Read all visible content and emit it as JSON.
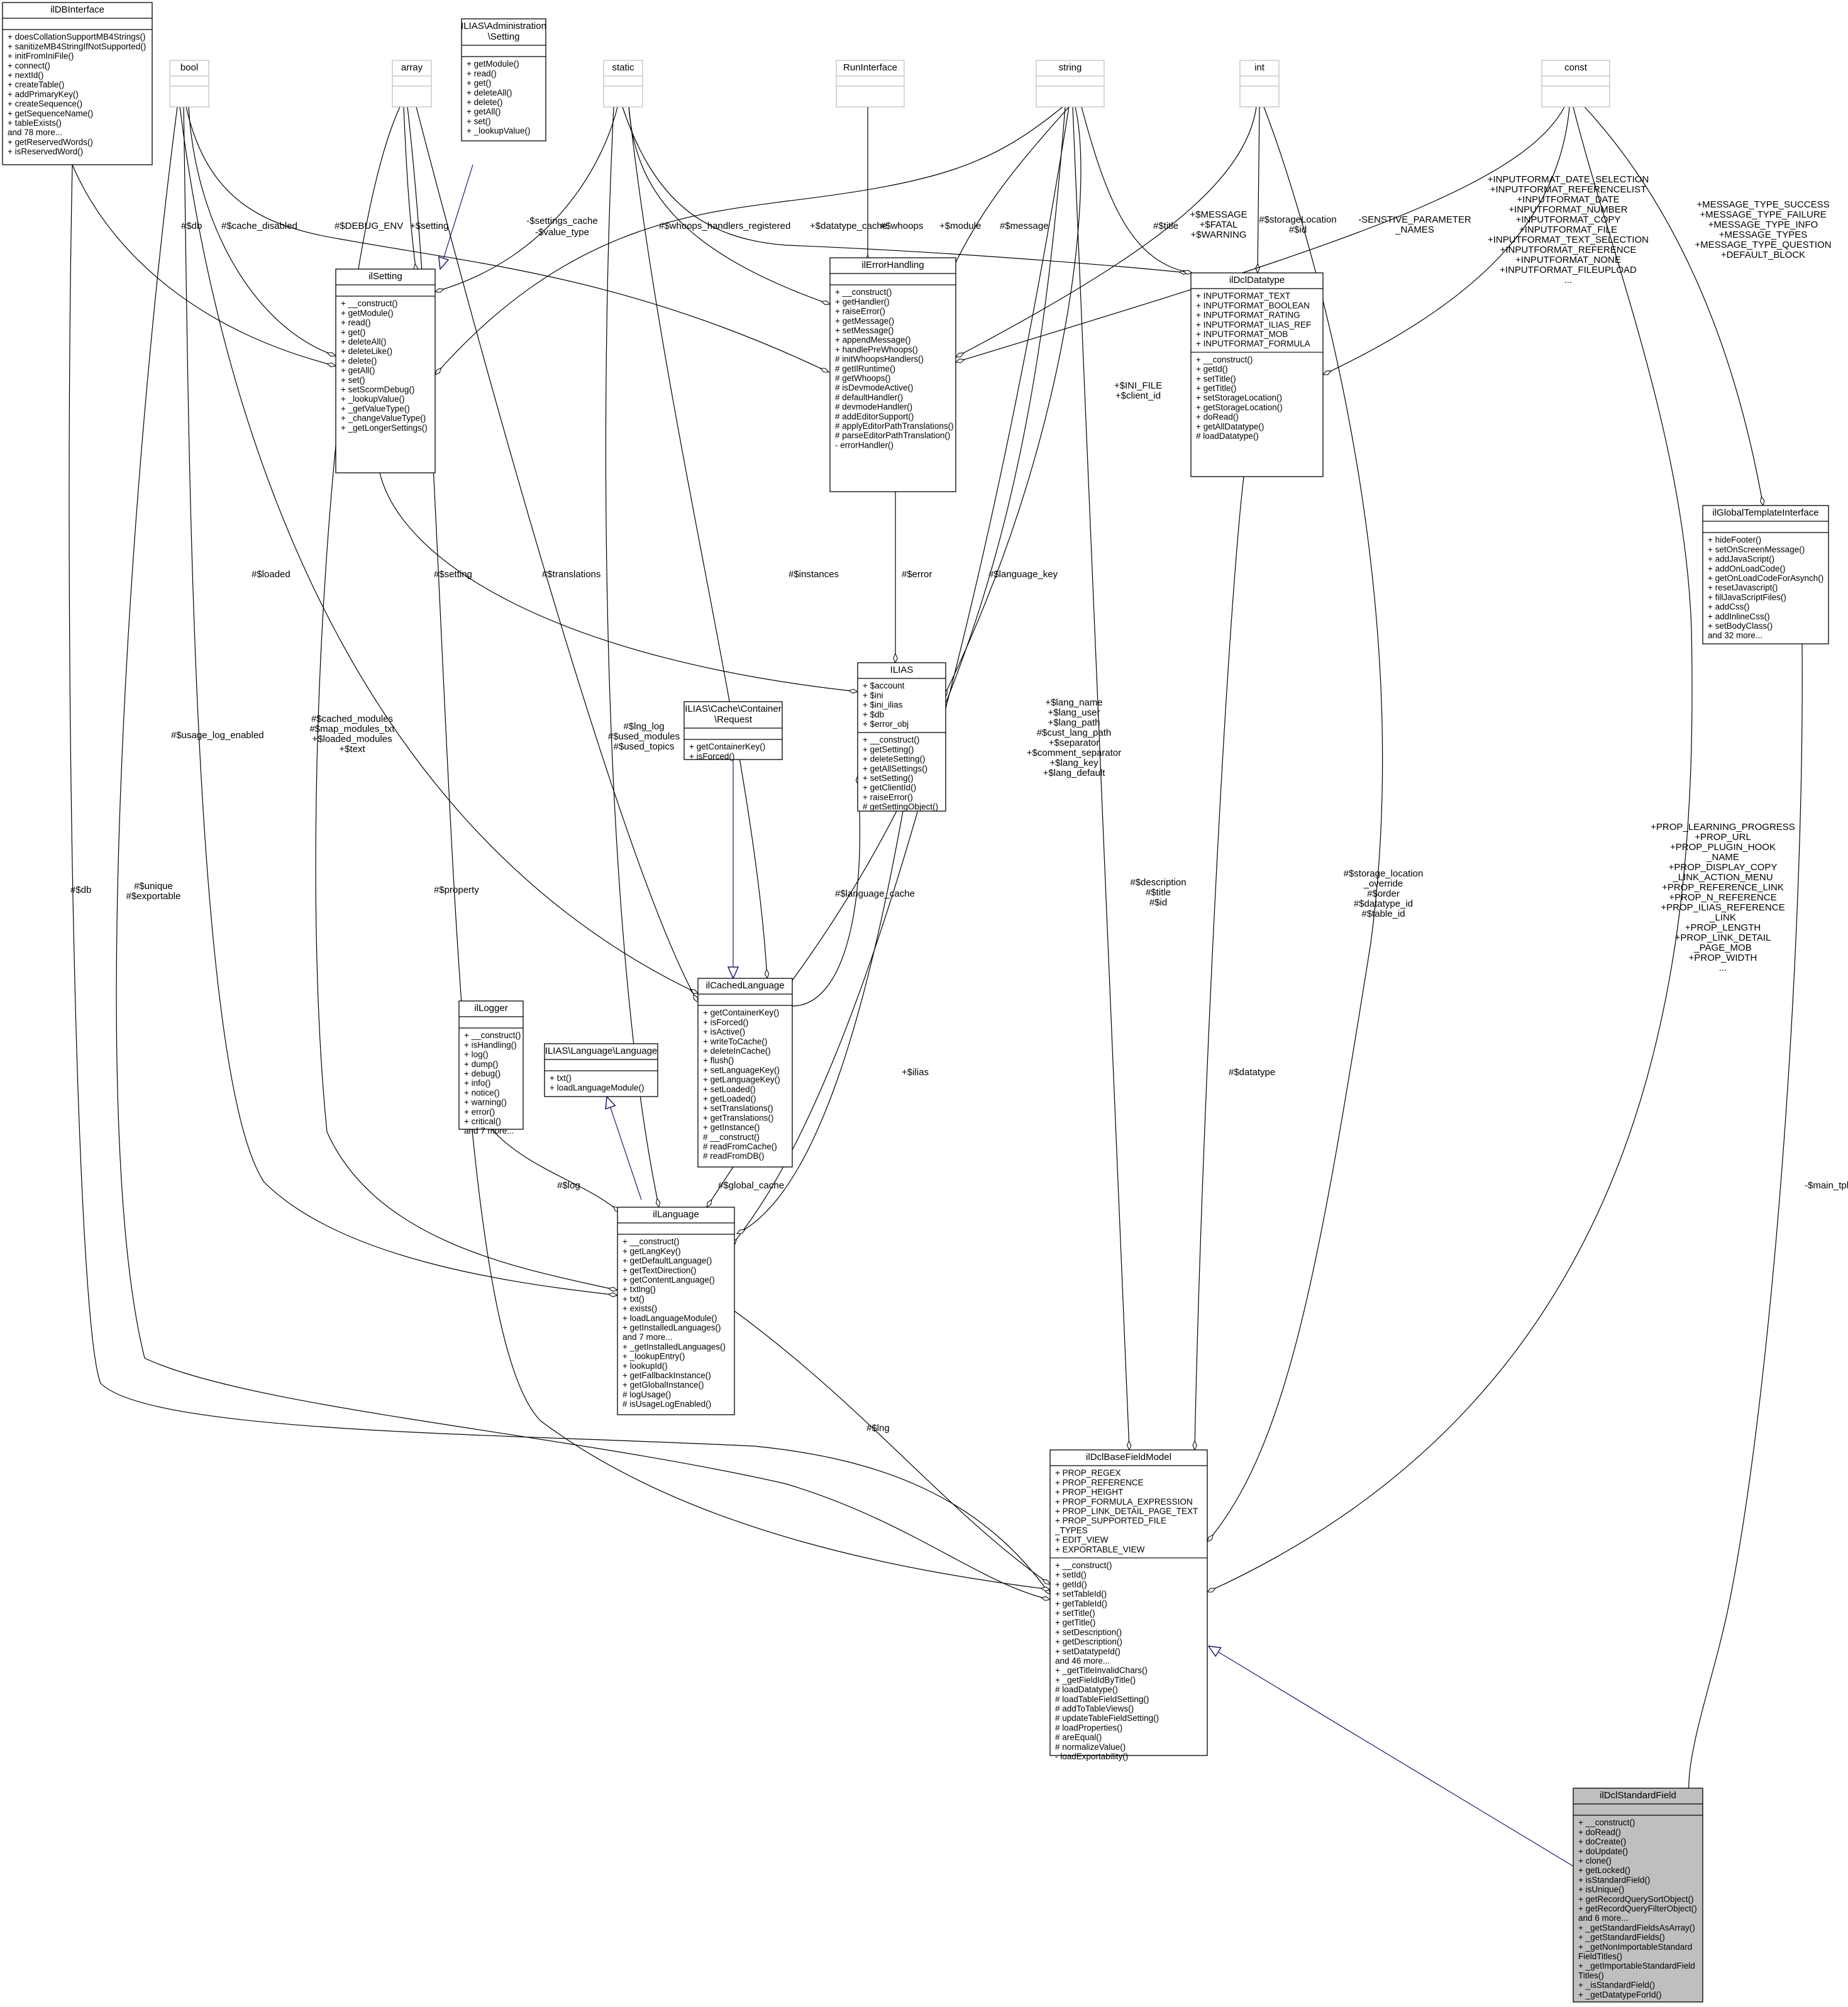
{
  "classes": {
    "ildbinterface": {
      "title": "ilDBInterface",
      "attrs": [],
      "methods": [
        "+ doesCollationSupportMB4Strings()",
        "+ sanitizeMB4StringIfNotSupported()",
        "+ initFromIniFile()",
        "+ connect()",
        "+ nextId()",
        "+ createTable()",
        "+ addPrimaryKey()",
        "+ createSequence()",
        "+ getSequenceName()",
        "+ tableExists()",
        "and 78 more...",
        "+ getReservedWords()",
        "+ isReservedWord()"
      ]
    },
    "bool": {
      "title": "bool",
      "attrs": [],
      "methods": []
    },
    "array": {
      "title": "array",
      "attrs": [],
      "methods": []
    },
    "admin_setting": {
      "title": [
        "ILIAS\\Administration",
        "\\Setting"
      ],
      "attrs": [],
      "methods": [
        "+ getModule()",
        "+ read()",
        "+ get()",
        "+ deleteAll()",
        "+ delete()",
        "+ getAll()",
        "+ set()",
        "+ _lookupValue()"
      ]
    },
    "static": {
      "title": "static",
      "attrs": [],
      "methods": []
    },
    "runinterface": {
      "title": "RunInterface",
      "attrs": [],
      "methods": []
    },
    "string": {
      "title": "string",
      "attrs": [],
      "methods": []
    },
    "int": {
      "title": "int",
      "attrs": [],
      "methods": []
    },
    "const": {
      "title": "const",
      "attrs": [],
      "methods": []
    },
    "ilsetting": {
      "title": "ilSetting",
      "attrs": [],
      "methods": [
        "+ __construct()",
        "+ getModule()",
        "+ read()",
        "+ get()",
        "+ deleteAll()",
        "+ deleteLike()",
        "+ delete()",
        "+ getAll()",
        "+ set()",
        "+ setScormDebug()",
        "+ _lookupValue()",
        "+ _getValueType()",
        "+ _changeValueType()",
        "+ _getLongerSettings()"
      ]
    },
    "ilerrorhandling": {
      "title": "ilErrorHandling",
      "attrs": [],
      "methods": [
        "+ __construct()",
        "+ getHandler()",
        "+ raiseError()",
        "+ getMessage()",
        "+ setMessage()",
        "+ appendMessage()",
        "+ handlePreWhoops()",
        "# initWhoopsHandlers()",
        "# getIlRuntime()",
        "# getWhoops()",
        "# isDevmodeActive()",
        "# defaultHandler()",
        "# devmodeHandler()",
        "# addEditorSupport()",
        "# applyEditorPathTranslations()",
        "# parseEditorPathTranslation()",
        "- errorHandler()"
      ]
    },
    "ildcldatatype": {
      "title": "ilDclDatatype",
      "attrs": [
        "+ INPUTFORMAT_TEXT",
        "+ INPUTFORMAT_BOOLEAN",
        "+ INPUTFORMAT_RATING",
        "+ INPUTFORMAT_ILIAS_REF",
        "+ INPUTFORMAT_MOB",
        "+ INPUTFORMAT_FORMULA"
      ],
      "methods": [
        "+ __construct()",
        "+ getId()",
        "+ setTitle()",
        "+ getTitle()",
        "+ setStorageLocation()",
        "+ getStorageLocation()",
        "+ doRead()",
        "+ getAllDatatype()",
        "# loadDatatype()"
      ]
    },
    "ilglobaltemplateinterface": {
      "title": "ilGlobalTemplateInterface",
      "attrs": [],
      "methods": [
        "+ hideFooter()",
        "+ setOnScreenMessage()",
        "+ addJavaScript()",
        "+ addOnLoadCode()",
        "+ getOnLoadCodeForAsynch()",
        "+ resetJavascript()",
        "+ fillJavaScriptFiles()",
        "+ addCss()",
        "+ addInlineCss()",
        "+ setBodyClass()",
        "and 32 more..."
      ]
    },
    "ilias": {
      "title": "ILIAS",
      "attrs": [
        "+ $account",
        "+ $ini",
        "+ $ini_ilias",
        "+ $db",
        "+ $error_obj"
      ],
      "methods": [
        "+ __construct()",
        "+ getSetting()",
        "+ deleteSetting()",
        "+ getAllSettings()",
        "+ setSetting()",
        "+ getClientId()",
        "+ raiseError()",
        "# getSettingObject()"
      ]
    },
    "cache_request": {
      "title": [
        "ILIAS\\Cache\\Container",
        "\\Request"
      ],
      "attrs": [],
      "methods": [
        "+ getContainerKey()",
        "+ isForced()"
      ]
    },
    "ilcachedlanguage": {
      "title": "ilCachedLanguage",
      "attrs": [],
      "methods": [
        "+ getContainerKey()",
        "+ isForced()",
        "+ isActive()",
        "+ writeToCache()",
        "+ deleteInCache()",
        "+ flush()",
        "+ setLanguageKey()",
        "+ getLanguageKey()",
        "+ setLoaded()",
        "+ getLoaded()",
        "+ setTranslations()",
        "+ getTranslations()",
        "+ getInstance()",
        "# __construct()",
        "# readFromCache()",
        "# readFromDB()"
      ]
    },
    "illogger": {
      "title": "ilLogger",
      "attrs": [],
      "methods": [
        "+ __construct()",
        "+ isHandling()",
        "+ log()",
        "+ dump()",
        "+ debug()",
        "+ info()",
        "+ notice()",
        "+ warning()",
        "+ error()",
        "+ critical()",
        "and 7 more..."
      ]
    },
    "language_language": {
      "title": "ILIAS\\Language\\Language",
      "attrs": [],
      "methods": [
        "+ txt()",
        "+ loadLanguageModule()"
      ]
    },
    "illanguage": {
      "title": "ilLanguage",
      "attrs": [],
      "methods": [
        "+ __construct()",
        "+ getLangKey()",
        "+ getDefaultLanguage()",
        "+ getTextDirection()",
        "+ getContentLanguage()",
        "+ txtlng()",
        "+ txt()",
        "+ exists()",
        "+ loadLanguageModule()",
        "+ getInstalledLanguages()",
        "and 7 more...",
        "+ _getInstalledLanguages()",
        "+ _lookupEntry()",
        "+ lookupId()",
        "+ getFallbackInstance()",
        "+ getGlobalInstance()",
        "# logUsage()",
        "# isUsageLogEnabled()"
      ]
    },
    "ildclbasefieldmodel": {
      "title": "ilDclBaseFieldModel",
      "attrs": [
        "+ PROP_REGEX",
        "+ PROP_REFERENCE",
        "+ PROP_HEIGHT",
        "+ PROP_FORMULA_EXPRESSION",
        "+ PROP_LINK_DETAIL_PAGE_TEXT",
        "+ PROP_SUPPORTED_FILE",
        "_TYPES",
        "+ EDIT_VIEW",
        "+ EXPORTABLE_VIEW"
      ],
      "methods": [
        "+ __construct()",
        "+ setId()",
        "+ getId()",
        "+ setTableId()",
        "+ getTableId()",
        "+ setTitle()",
        "+ getTitle()",
        "+ setDescription()",
        "+ getDescription()",
        "+ setDatatypeId()",
        "and 46 more...",
        "+ _getTitleInvalidChars()",
        "+ _getFieldIdByTitle()",
        "# loadDatatype()",
        "# loadTableFieldSetting()",
        "# addToTableViews()",
        "# updateTableFieldSetting()",
        "# loadProperties()",
        "# areEqual()",
        "# normalizeValue()",
        "- loadExportability()"
      ]
    },
    "ildclstandardfield": {
      "title": "ilDclStandardField",
      "attrs": [],
      "methods": [
        "+ __construct()",
        "+ doRead()",
        "+ doCreate()",
        "+ doUpdate()",
        "+ clone()",
        "+ getLocked()",
        "+ isStandardField()",
        "+ isUnique()",
        "+ getRecordQuerySortObject()",
        "+ getRecordQueryFilterObject()",
        "and 6 more...",
        "+ _getStandardFieldsAsArray()",
        "+ _getStandardFields()",
        "+ _getNonImportableStandard",
        "FieldTitles()",
        "+ _getImportableStandardField",
        "Titles()",
        "+ _isStandardField()",
        "+ _getDatatypeForId()"
      ]
    }
  },
  "edge_labels": {
    "db_setting": "#$db",
    "cache_disabled": "#$cache_disabled",
    "debug_env": "#$DEBUG_ENV",
    "setting_arr": "+$setting",
    "settings_cache": [
      "-$settings_cache",
      "-$value_type"
    ],
    "whoops_reg": "#$whoops_handlers_registered",
    "datatype_cache": "+$datatype_cache",
    "whoops": "#$whoops",
    "module": "+$module",
    "message": "#$message",
    "title": "#$title",
    "msg_consts": [
      "+$MESSAGE",
      "+$FATAL",
      "+$WARNING"
    ],
    "storage_loc": [
      "#$storageLocation",
      "#$id"
    ],
    "sensitive": [
      "-SENSTIVE_PARAMETER",
      "_NAMES"
    ],
    "inputformats": [
      "+INPUTFORMAT_DATE_SELECTION",
      "+INPUTFORMAT_REFERENCELIST",
      "+INPUTFORMAT_DATE",
      "+INPUTFORMAT_NUMBER",
      "+INPUTFORMAT_COPY",
      "+INPUTFORMAT_FILE",
      "+INPUTFORMAT_TEXT_SELECTION",
      "+INPUTFORMAT_REFERENCE",
      "+INPUTFORMAT_NONE",
      "+INPUTFORMAT_FILEUPLOAD",
      "..."
    ],
    "message_types": [
      "+MESSAGE_TYPE_SUCCESS",
      "+MESSAGE_TYPE_FAILURE",
      "+MESSAGE_TYPE_INFO",
      "+MESSAGE_TYPES",
      "+MESSAGE_TYPE_QUESTION",
      "+DEFAULT_BLOCK"
    ],
    "ini_file": [
      "+$INI_FILE",
      "+$client_id"
    ],
    "loaded": "#$loaded",
    "setting_lang": "#$setting",
    "translations": "#$translations",
    "instances": "#$instances",
    "error": "#$error",
    "language_key": "#$language_key",
    "cached_modules": [
      "#$cached_modules",
      "#$map_modules_txt",
      "+$loaded_modules",
      "+$text"
    ],
    "usage_log": "#$usage_log_enabled",
    "lng_log": [
      "#$lng_log",
      "#$used_modules",
      "#$used_topics"
    ],
    "lang_fields": [
      "+$lang_name",
      "+$lang_user",
      "+$lang_path",
      "#$cust_lang_path",
      "+$separator",
      "+$comment_separator",
      "+$lang_key",
      "+$lang_default"
    ],
    "language_cache": "#$language_cache",
    "db_field": "#$db",
    "unique_exportable": [
      "#$unique",
      "#$exportable"
    ],
    "property": "#$property",
    "description": [
      "#$description",
      "#$title",
      "#$id"
    ],
    "storage_override": [
      "#$storage_location",
      "_override",
      "#$order",
      "#$datatype_id",
      "#$table_id"
    ],
    "props": [
      "+PROP_LEARNING_PROGRESS",
      "+PROP_URL",
      "+PROP_PLUGIN_HOOK",
      "_NAME",
      "+PROP_DISPLAY_COPY",
      "_LINK_ACTION_MENU",
      "+PROP_REFERENCE_LINK",
      "+PROP_N_REFERENCE",
      "+PROP_ILIAS_REFERENCE",
      "_LINK",
      "+PROP_LENGTH",
      "+PROP_LINK_DETAIL",
      "_PAGE_MOB",
      "+PROP_WIDTH",
      "..."
    ],
    "ilias_ref": "+$ilias",
    "datatype": "#$datatype",
    "main_tpl": "-$main_tpl",
    "log": "#$log",
    "global_cache": "#$global_cache",
    "lng": "#$lng"
  },
  "colors": {
    "stroke": "#000000",
    "type_box_stroke": "#bfbfbf",
    "inheritance": "#191970",
    "focus_fill": "#bfbfbf"
  }
}
